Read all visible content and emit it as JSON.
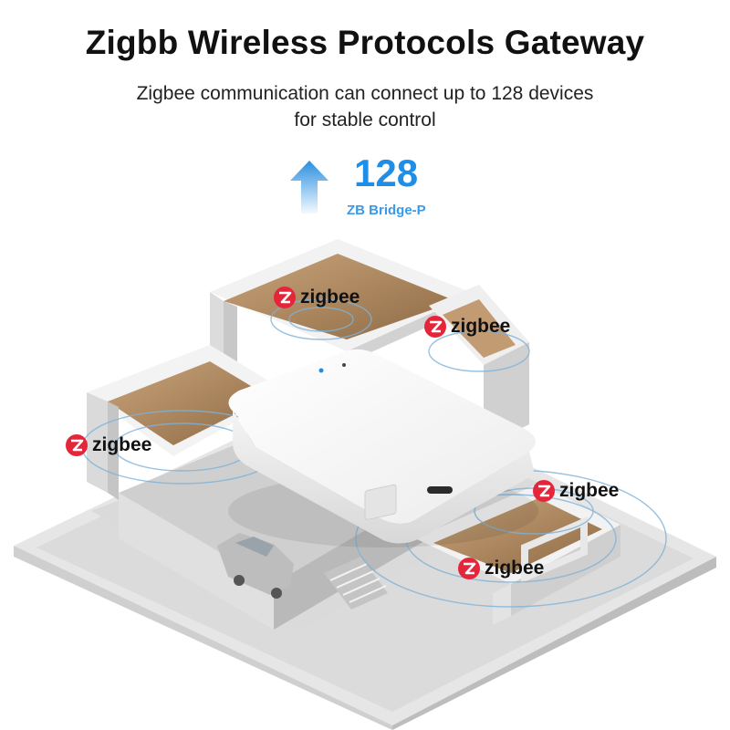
{
  "header": {
    "title": "Zigbb Wireless Protocols Gateway",
    "subtitle_line1": "Zigbee communication can connect up to 128 devices",
    "subtitle_line2": "for stable control"
  },
  "capacity": {
    "count": "128",
    "model": "ZB Bridge-P",
    "icon": "arrow-up-icon"
  },
  "zigbee_labels": [
    "zigbee",
    "zigbee",
    "zigbee",
    "zigbee",
    "zigbee"
  ],
  "colors": {
    "accent": "#1f8ee6",
    "zigbee_red": "#e5263a",
    "signal_ring": "#7fb2d8"
  }
}
